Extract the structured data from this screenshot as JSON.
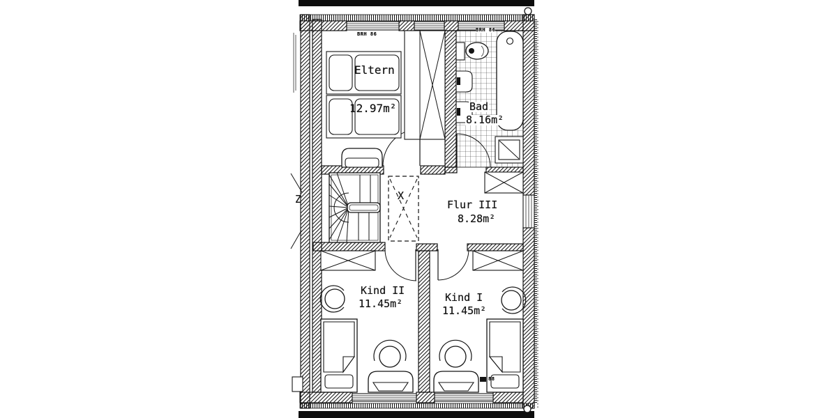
{
  "plan": {
    "colors": {
      "ink": "#141414",
      "paper": "#ffffff"
    },
    "rooms": [
      {
        "key": "eltern",
        "name": "Eltern",
        "area": "12.97m²"
      },
      {
        "key": "bad",
        "name": "Bad",
        "area": "8.16m²"
      },
      {
        "key": "flur",
        "name": "Flur III",
        "area": "8.28m²"
      },
      {
        "key": "kind2",
        "name": "Kind II",
        "area": "11.45m²"
      },
      {
        "key": "kind1",
        "name": "Kind I",
        "area": "11.45m²"
      }
    ],
    "annotations": {
      "void_mark": "X",
      "edge_label": "Z",
      "sill_label_eltern": "BRH 86",
      "sill_label_bad": "BRH 86",
      "desk_mark": "88"
    }
  }
}
